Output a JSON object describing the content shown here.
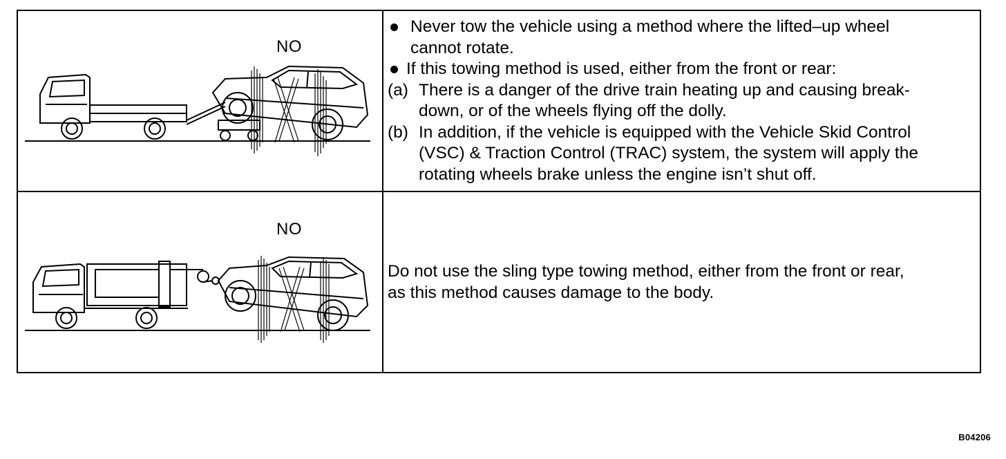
{
  "rows": [
    {
      "label": "NO",
      "bullets": [
        {
          "lines": [
            "Never tow the vehicle using a method where the lifted–up wheel",
            "cannot rotate."
          ]
        },
        {
          "lines": [
            "If this towing method is used, either from the front or rear:"
          ]
        }
      ],
      "sub_items": [
        {
          "mark": "(a)",
          "lines": [
            "There is a danger of the drive train heating up and causing break-",
            "down, or of the wheels flying off the dolly."
          ]
        },
        {
          "mark": "(b)",
          "lines": [
            "In addition, if the vehicle is equipped with the Vehicle Skid Control",
            "(VSC) & Traction Control (TRAC) system, the system will apply the",
            "rotating wheels brake unless the engine isn’t shut off."
          ]
        }
      ]
    },
    {
      "label": "NO",
      "lines": [
        "Do not use the sling type towing method, either from the front or rear,",
        "as this method causes damage to the body."
      ]
    }
  ],
  "figure_ref": "B04206"
}
